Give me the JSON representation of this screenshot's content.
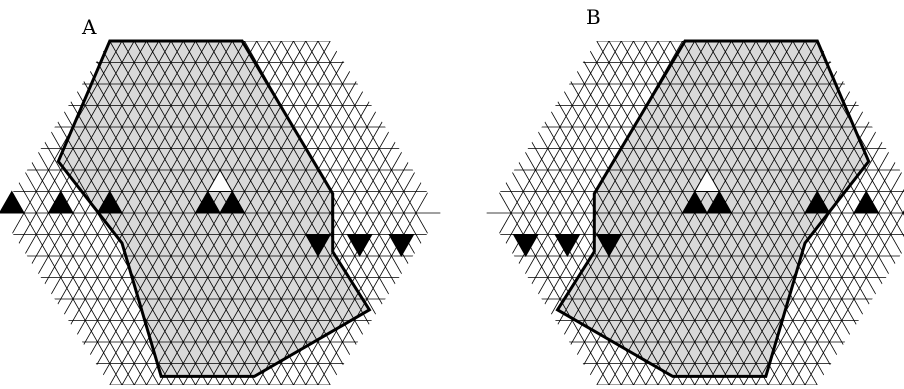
{
  "panels": [
    {
      "id": "A",
      "label": "A"
    },
    {
      "id": "B",
      "label": "B"
    }
  ],
  "colors": {
    "region_fill": "#d9d9d9",
    "black_triangle": "#000000",
    "white_triangle": "#ffffff",
    "lines": "#000000",
    "background": "#ffffff"
  }
}
